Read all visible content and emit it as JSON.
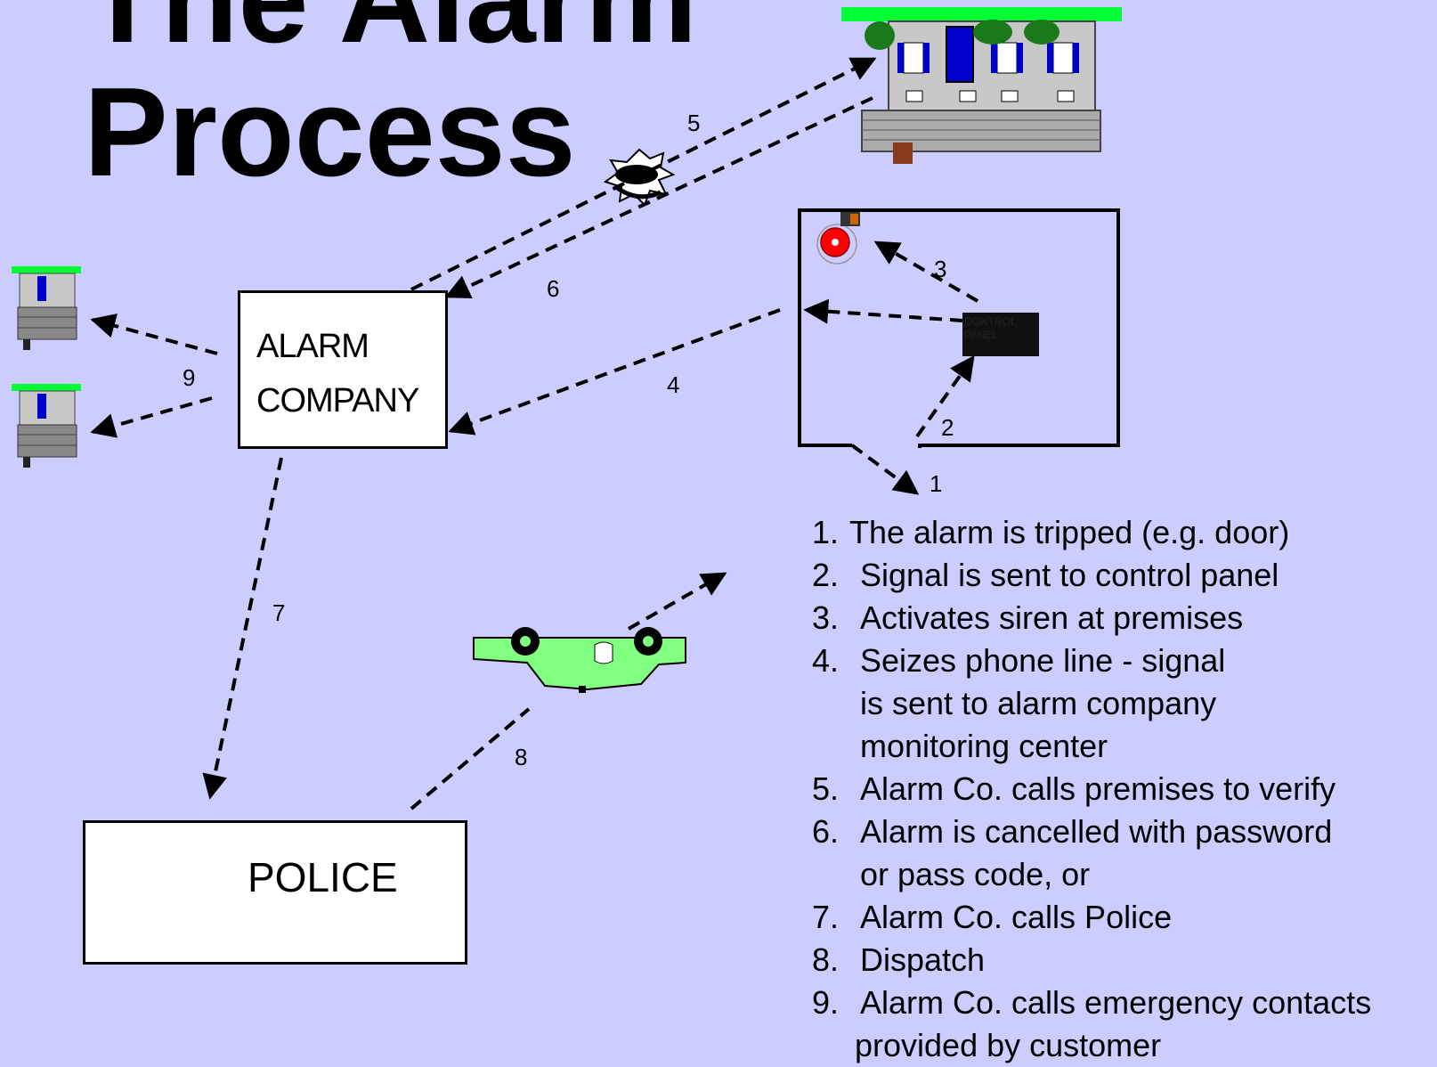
{
  "title": {
    "line1": "The Alarm",
    "line2": "Process"
  },
  "alarm_company_box": {
    "line1": "ALARM",
    "line2": "COMPANY"
  },
  "police_box": {
    "label": "POLICE"
  },
  "control_panel": {
    "line1": "CONTROL",
    "line2": "PANEL"
  },
  "arrow_labels": [
    "1",
    "2",
    "3",
    "4",
    "5",
    "6",
    "7",
    "8",
    "9"
  ],
  "steps": [
    {
      "num": "1.",
      "text": "The alarm is tripped (e.g. door)",
      "cont": []
    },
    {
      "num": "2.",
      "text": "Signal is sent to control panel",
      "cont": []
    },
    {
      "num": "3.",
      "text": "Activates siren at premises",
      "cont": []
    },
    {
      "num": "4.",
      "text": "Seizes phone line - signal",
      "cont": [
        "is sent to alarm company",
        "monitoring center"
      ]
    },
    {
      "num": "5.",
      "text": "Alarm Co. calls premises to verify",
      "cont": []
    },
    {
      "num": "6.",
      "text": "Alarm is cancelled with password",
      "cont": [
        "or pass code, or"
      ]
    },
    {
      "num": "7.",
      "text": "Alarm Co. calls Police",
      "cont": []
    },
    {
      "num": "8.",
      "text": "Dispatch",
      "cont": []
    },
    {
      "num": "9.",
      "text": "Alarm Co. calls emergency contacts",
      "cont": [
        "provided by customer"
      ]
    }
  ],
  "colors": {
    "background": "#ccccff",
    "roof_green": "#00ff33",
    "car_green": "#80ff80",
    "badge_green": "#80ff80",
    "siren_red": "#ff0000",
    "shutter_blue": "#0000ff"
  }
}
